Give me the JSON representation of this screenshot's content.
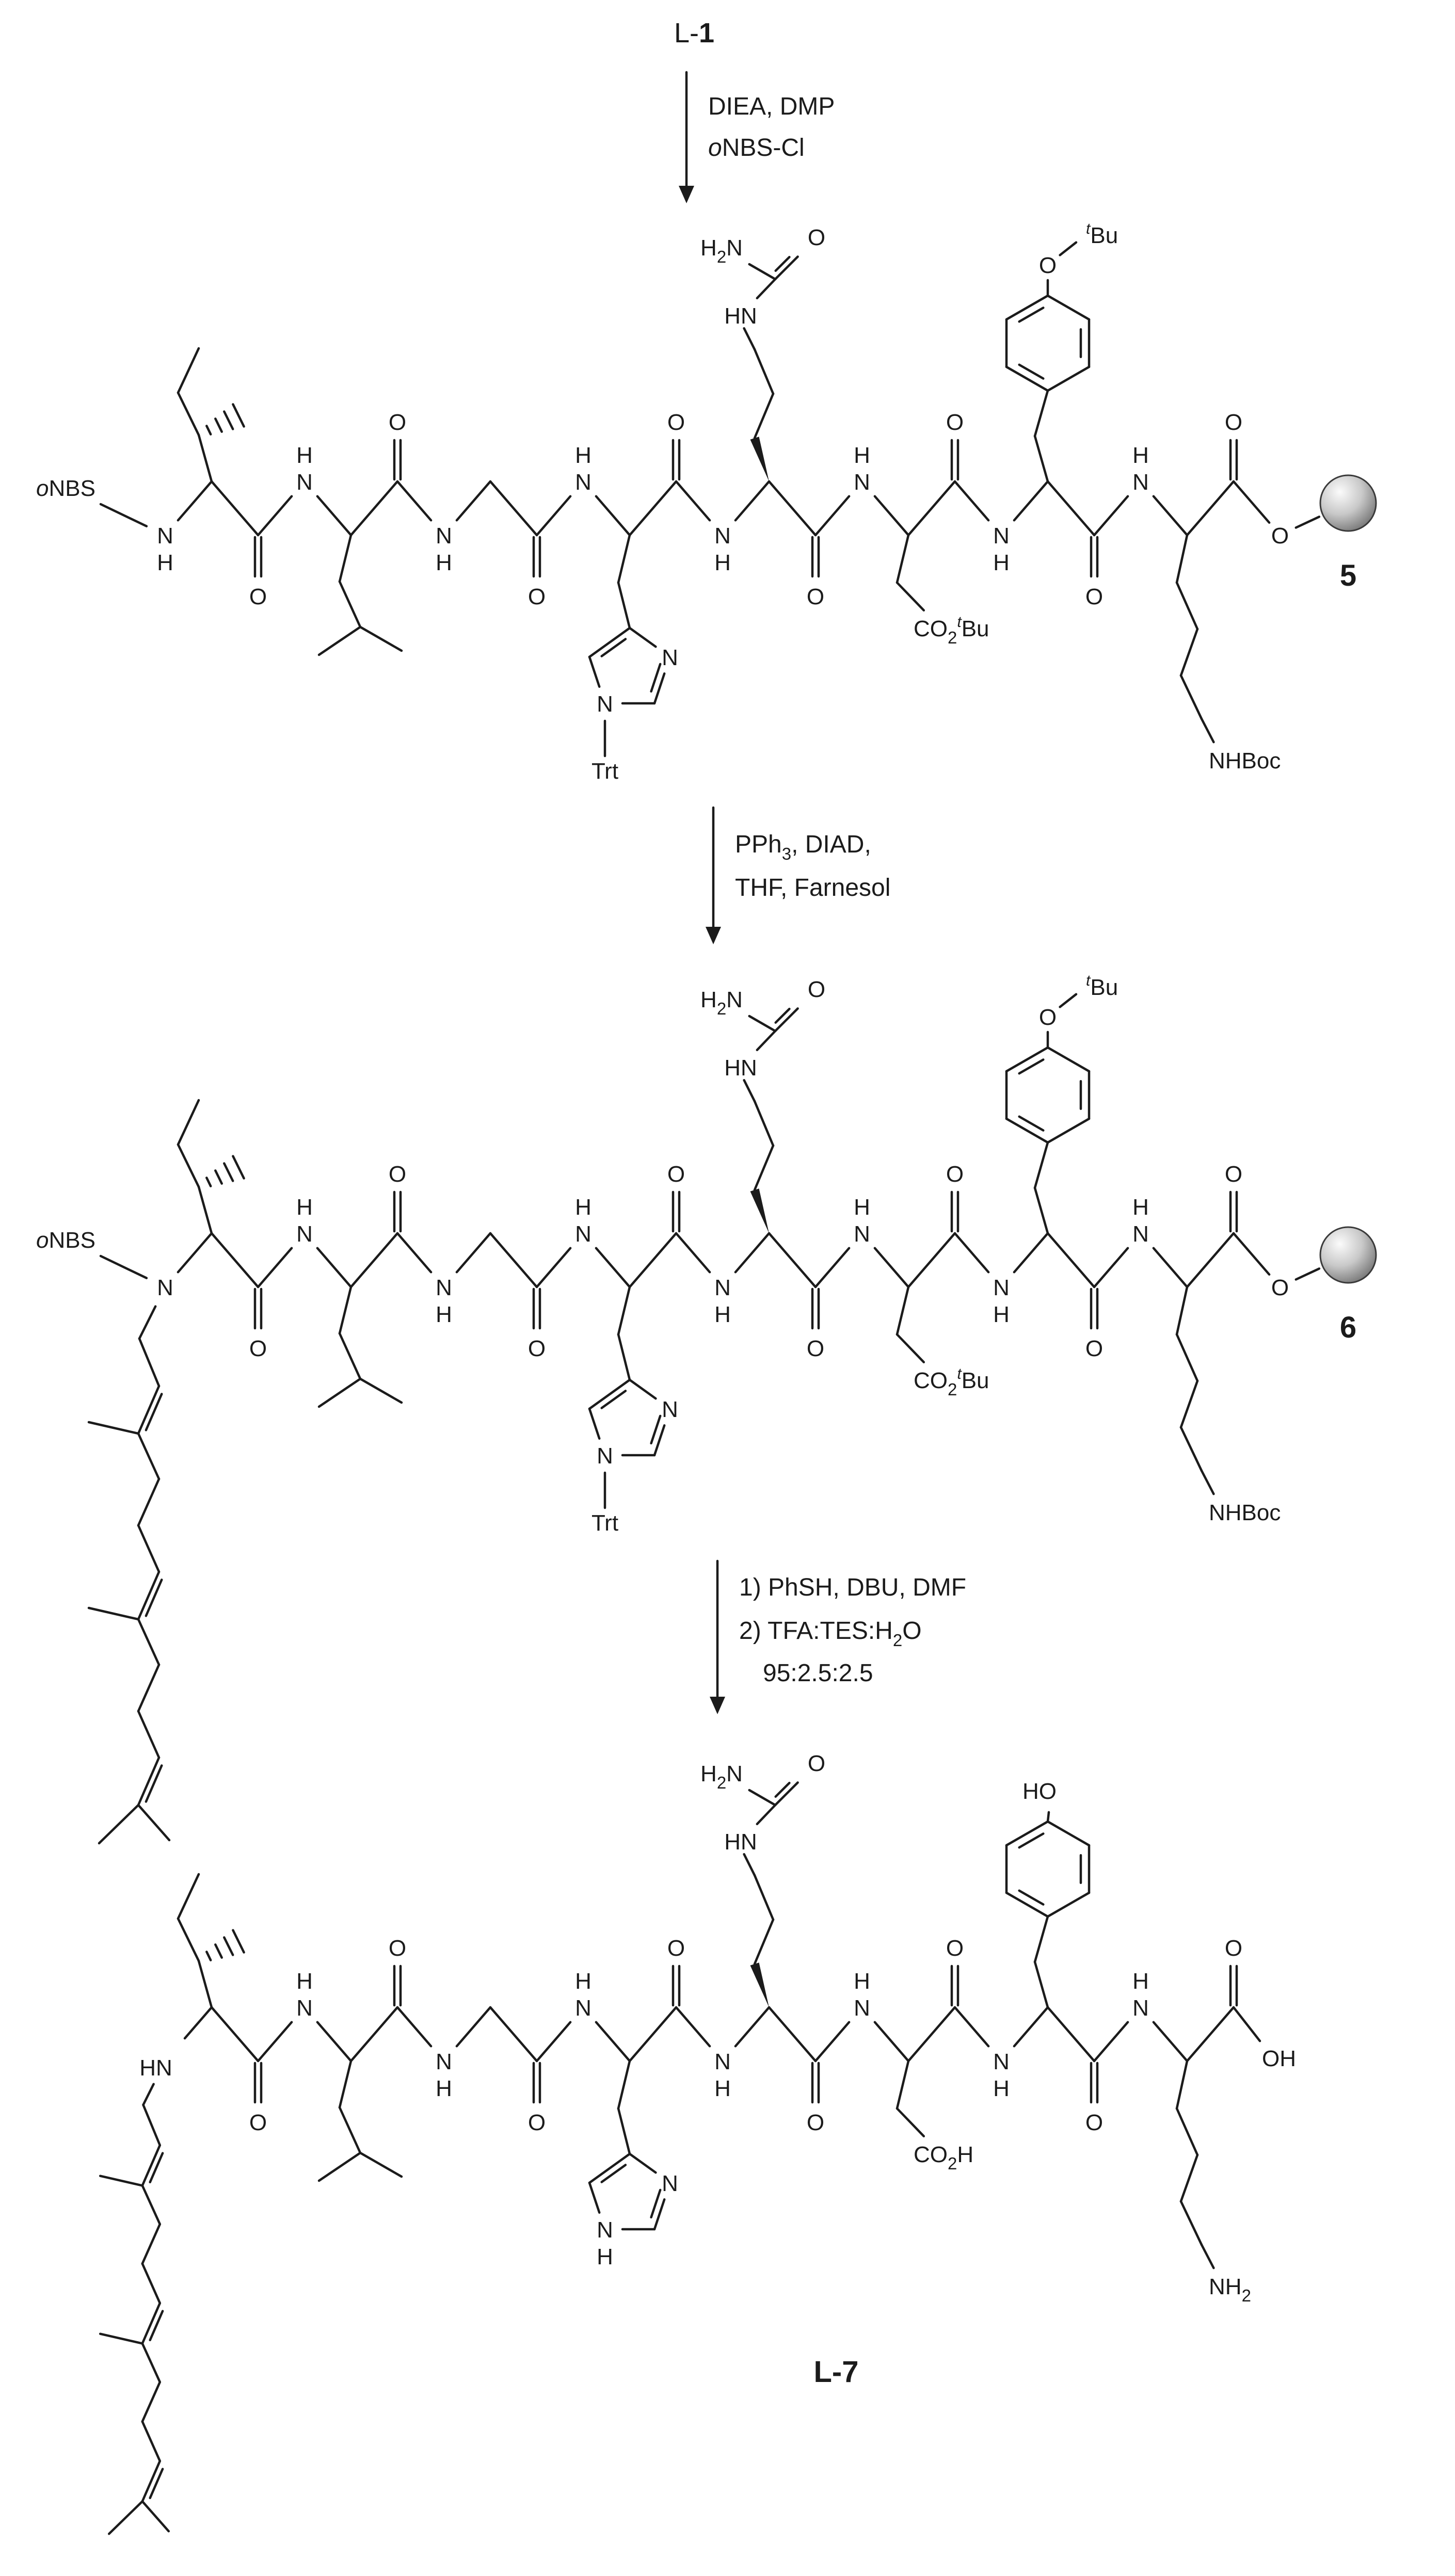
{
  "title": {
    "prefix": "L-",
    "number": "1"
  },
  "arrows": {
    "step1": {
      "line1": "DIEA, DMP",
      "line2_o": "o",
      "line2_rest": "NBS-Cl"
    },
    "step2": {
      "line1_pre": "PPh",
      "line1_sub": "3",
      "line1_post": ", DIAD,",
      "line2": "THF, Farnesol"
    },
    "step3": {
      "line1": "1) PhSH, DBU, DMF",
      "line2_pre": "2) TFA:TES:H",
      "line2_sub": "2",
      "line2_post": "O",
      "line3": "95:2.5:2.5"
    }
  },
  "compounds": {
    "five": "5",
    "six": "6",
    "seven": "L-7"
  },
  "glyphs": {
    "N": "N",
    "H": "H",
    "O": "O",
    "HN": "HN",
    "NH": "NH",
    "OH": "OH",
    "HO": "HO",
    "sub2": "2",
    "oNBS_o": "o",
    "oNBS_rest": "NBS",
    "tBu_t": "t",
    "tBu_Bu": "Bu",
    "CO2_CO": "CO",
    "CO2_H": "H",
    "NHBoc": "NHBoc",
    "Trt": "Trt"
  }
}
